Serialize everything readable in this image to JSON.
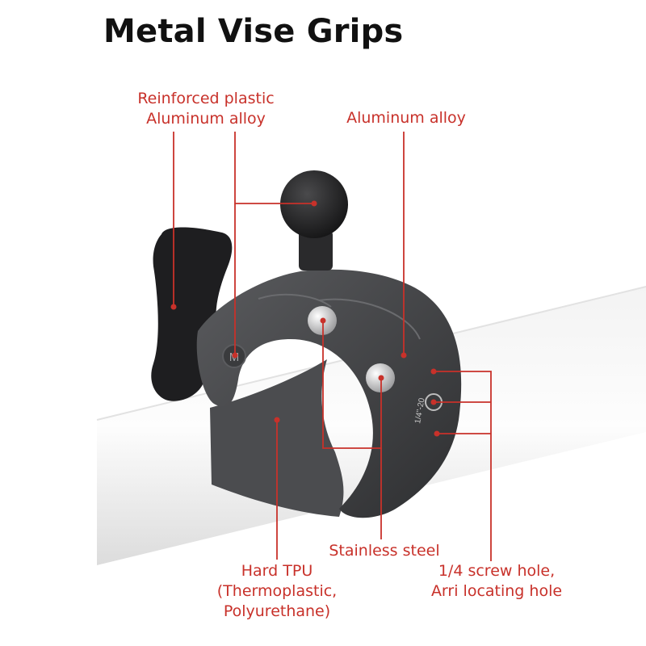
{
  "title": "Metal Vise Grips",
  "accent_color": "#c8312a",
  "callouts": {
    "knob_material": {
      "line1": "Reinforced plastic",
      "line2": "Aluminum alloy"
    },
    "body_material": {
      "line1": "Aluminum alloy"
    },
    "screw_material": {
      "line1": "Stainless steel"
    },
    "pad_material": {
      "line1": "Hard TPU",
      "line2": "(Thermoplastic,",
      "line3": "Polyurethane)"
    },
    "holes": {
      "line1": "1/4 screw hole,",
      "line2": "Arri locating hole"
    }
  },
  "product_marks": {
    "thread_engraving": "1/4\"-20",
    "logo_letter": "M"
  }
}
